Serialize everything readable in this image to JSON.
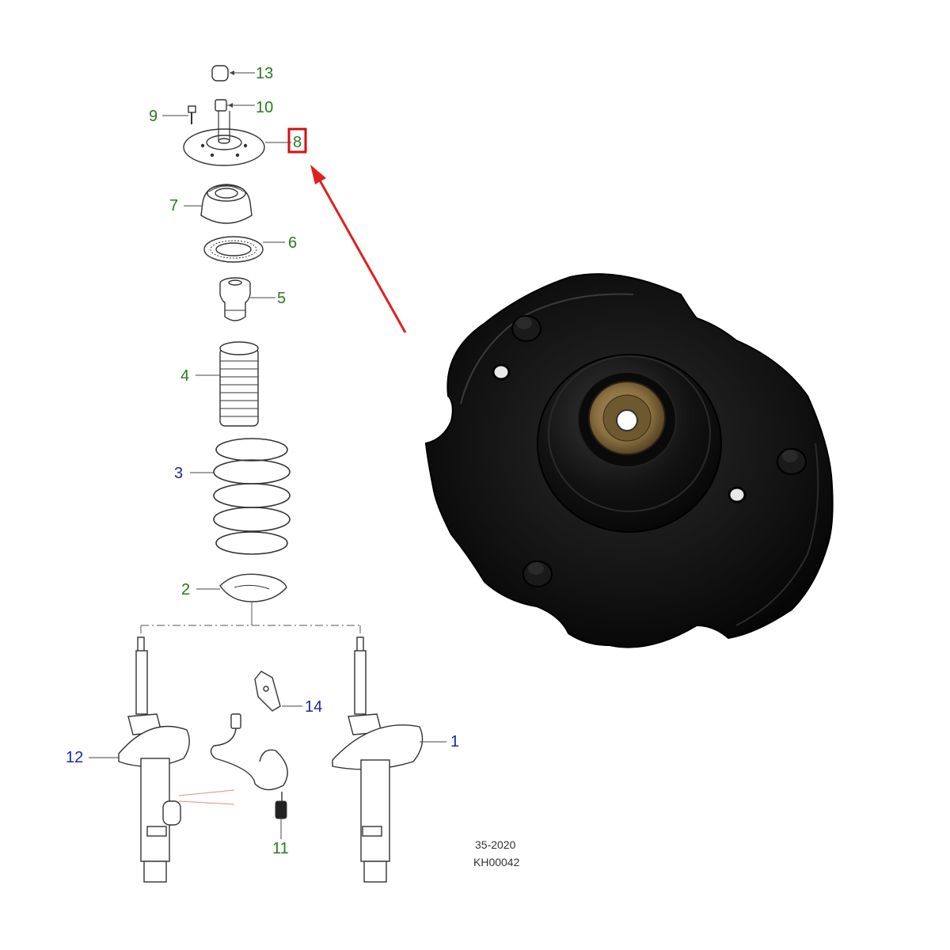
{
  "callouts": [
    {
      "id": "13",
      "label": "13",
      "color": "#2a7a1e"
    },
    {
      "id": "10",
      "label": "10",
      "color": "#2a7a1e"
    },
    {
      "id": "9",
      "label": "9",
      "color": "#2a7a1e"
    },
    {
      "id": "8",
      "label": "8",
      "color": "#2a7a1e"
    },
    {
      "id": "7",
      "label": "7",
      "color": "#2a7a1e"
    },
    {
      "id": "6",
      "label": "6",
      "color": "#2a7a1e"
    },
    {
      "id": "5",
      "label": "5",
      "color": "#2a7a1e"
    },
    {
      "id": "4",
      "label": "4",
      "color": "#2a7a1e"
    },
    {
      "id": "3",
      "label": "3",
      "color": "#1a2a9a"
    },
    {
      "id": "2",
      "label": "2",
      "color": "#2a7a1e"
    },
    {
      "id": "14",
      "label": "14",
      "color": "#1a2a9a"
    },
    {
      "id": "1",
      "label": "1",
      "color": "#1a2a9a"
    },
    {
      "id": "12",
      "label": "12",
      "color": "#1a2a9a"
    },
    {
      "id": "11",
      "label": "11",
      "color": "#2a7a1e"
    }
  ],
  "reference_code": {
    "line1": "35-2020",
    "line2": "KH00042"
  },
  "colors": {
    "highlight_box": "#d41010",
    "arrow": "#e02020",
    "part_body": "#0e0e0e",
    "bearing_core": "#8a7040"
  },
  "icons": {
    "photo": "strut-mount-photo",
    "pointer": "red-arrow"
  }
}
